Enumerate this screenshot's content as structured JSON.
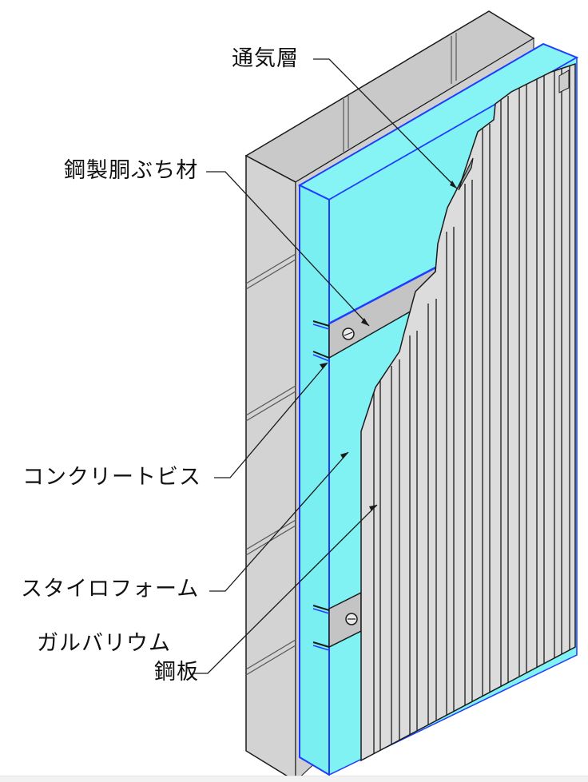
{
  "labels": {
    "ventilation_layer": "通気層",
    "steel_furring": "鋼製胴ぶち材",
    "concrete_screw": "コンクリートビス",
    "styrofoam": "スタイロフォーム",
    "galvalume_line1": "ガルバリウム",
    "galvalume_line2": "鋼板"
  },
  "colors": {
    "concrete": "#d4d4d4",
    "concrete_top": "#c8c8c8",
    "insulation": "#7ff5f7",
    "insulation_edge": "#1f3cff",
    "steel_sheet": "#dedede",
    "outline": "#1a1a1a"
  }
}
